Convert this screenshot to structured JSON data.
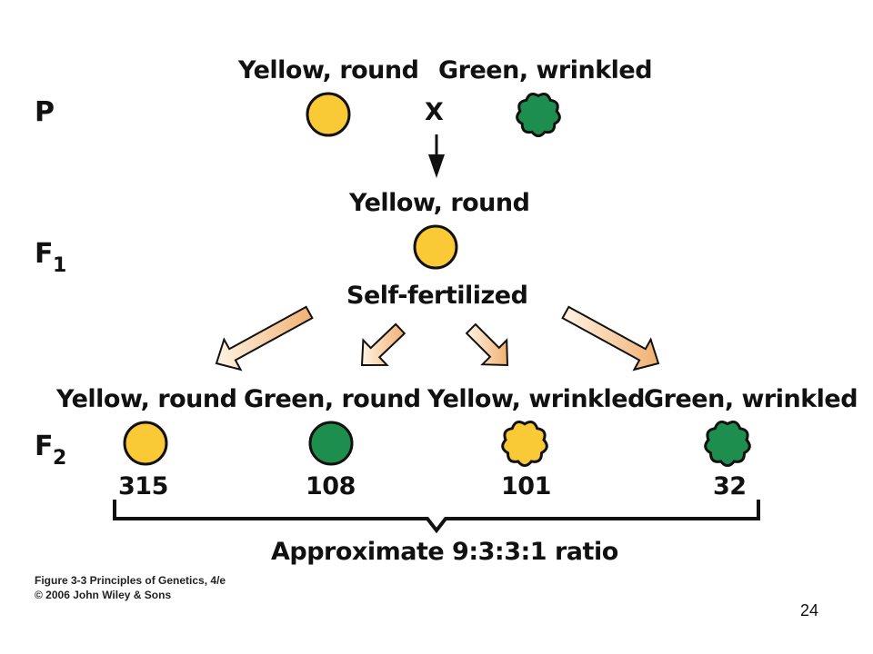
{
  "generations": {
    "p": "P",
    "f1": {
      "letter": "F",
      "sub": "1"
    },
    "f2": {
      "letter": "F",
      "sub": "2"
    }
  },
  "parental": {
    "parent_1": "Yellow, round",
    "parent_2": "Green, wrinkled",
    "cross_symbol": "X"
  },
  "f1": {
    "phenotype": "Yellow, round",
    "process": "Self-fertilized"
  },
  "f2": {
    "phenotypes": [
      {
        "label": "Yellow, round",
        "count": "315",
        "color": "#F9CA36",
        "shape": "round"
      },
      {
        "label": "Green, round",
        "count": "108",
        "color": "#1E8E4E",
        "shape": "round"
      },
      {
        "label": "Yellow, wrinkled",
        "count": "101",
        "color": "#F9CA36",
        "shape": "wrinkled"
      },
      {
        "label": "Green, wrinkled",
        "count": "32",
        "color": "#1E8E4E",
        "shape": "wrinkled"
      }
    ],
    "ratio_text": "Approximate 9:3:3:1 ratio"
  },
  "colors": {
    "yellow": "#F9CA36",
    "green": "#1E8E4E",
    "outline": "#111111",
    "arrow_fill_light": "#FCEBD2",
    "arrow_fill_dark": "#F1B071"
  },
  "caption": {
    "line1": "Figure 3-3  Principles of Genetics, 4/e",
    "line2": "© 2006 John Wiley & Sons"
  },
  "page_number": "24"
}
